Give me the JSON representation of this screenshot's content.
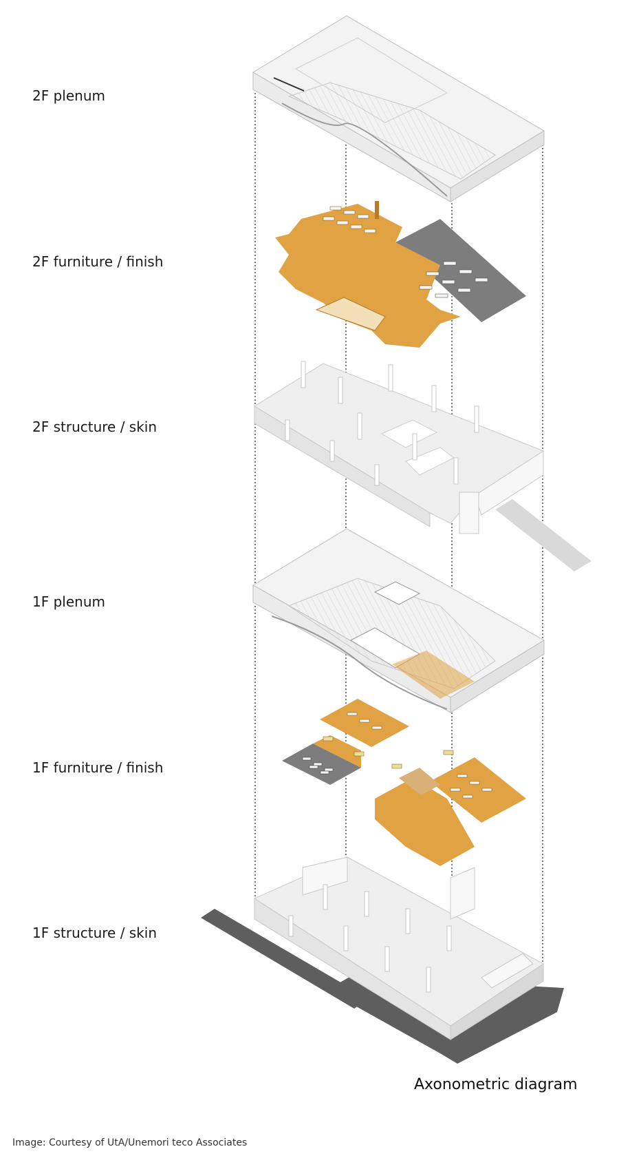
{
  "diagram": {
    "layers": [
      {
        "label": "2F plenum"
      },
      {
        "label": "2F furniture / finish"
      },
      {
        "label": "2F structure / skin"
      },
      {
        "label": "1F plenum"
      },
      {
        "label": "1F furniture / finish"
      },
      {
        "label": "1F structure / skin"
      }
    ],
    "title": "Axonometric diagram",
    "credit": "Image: Courtesy of UtA/Unemori teco Associates"
  },
  "colors": {
    "finish_orange": "#e0a243",
    "finish_dark": "#b87a24",
    "furniture_gray": "#7d7d7d",
    "structure_white": "#f1f1f1",
    "plenum_gray": "#e9e9e9",
    "road_dark": "#5e5e5e",
    "guide_line": "#222222"
  }
}
